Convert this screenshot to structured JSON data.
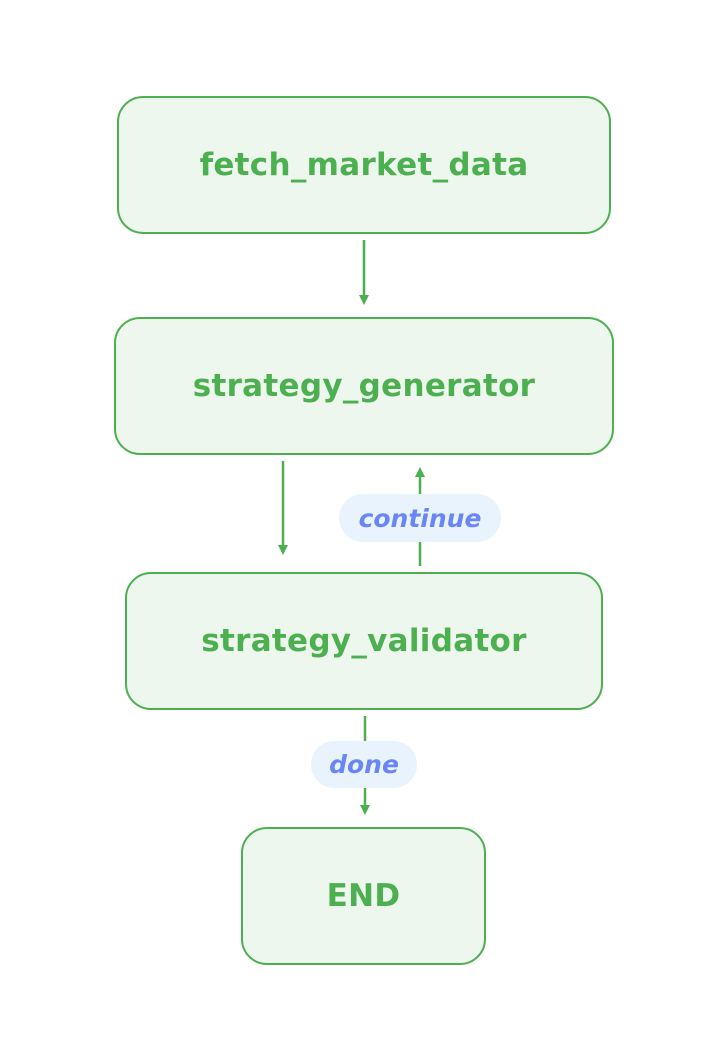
{
  "nodes": {
    "fetch_market_data": "fetch_market_data",
    "strategy_generator": "strategy_generator",
    "strategy_validator": "strategy_validator",
    "end": "END"
  },
  "edge_labels": {
    "continue": "continue",
    "done": "done"
  },
  "colors": {
    "node_border": "#4caf50",
    "node_fill": "#eef7ee",
    "node_text": "#4caf50",
    "edge": "#4caf50",
    "label_fill": "#e9f3fd",
    "label_text": "#6a85f5"
  }
}
